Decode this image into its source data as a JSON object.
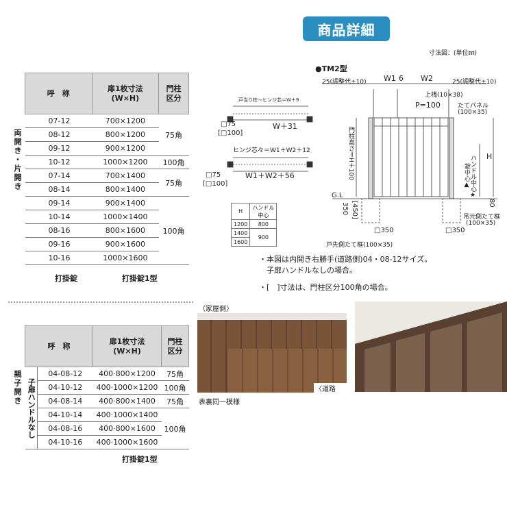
{
  "header": {
    "badge": "商品詳細",
    "unit_note": "寸法図：(単位㎜)"
  },
  "table1": {
    "headers": [
      "呼　称",
      "扉1枚寸法\n(W×H)",
      "門柱\n区分"
    ],
    "rows": [
      {
        "name": "07-12",
        "size": "700×1200"
      },
      {
        "name": "08-12",
        "size": "800×1200"
      },
      {
        "name": "09-12",
        "size": "900×1200"
      },
      {
        "name": "10-12",
        "size": "1000×1200"
      },
      {
        "name": "07-14",
        "size": "700×1400"
      },
      {
        "name": "08-14",
        "size": "800×1400"
      },
      {
        "name": "09-14",
        "size": "900×1400"
      },
      {
        "name": "10-14",
        "size": "1000×1400"
      },
      {
        "name": "08-16",
        "size": "800×1600"
      },
      {
        "name": "09-16",
        "size": "900×1600"
      },
      {
        "name": "10-16",
        "size": "1000×1600"
      }
    ],
    "post_groups": [
      "75角",
      "100角",
      "75角",
      "100角"
    ],
    "side_label": "両開き・片開き",
    "under_left": "打掛錠",
    "under_right": "打掛錠1型"
  },
  "table2": {
    "headers": [
      "呼　称",
      "扉1枚寸法\n(W×H)",
      "門柱\n区分"
    ],
    "rows": [
      {
        "name": "04-08-12",
        "size": "400·800×1200"
      },
      {
        "name": "04-10-12",
        "size": "400·1000×1200"
      },
      {
        "name": "04-08-14",
        "size": "400·800×1400"
      },
      {
        "name": "04-10-14",
        "size": "400·1000×1400"
      },
      {
        "name": "04-08-16",
        "size": "400·800×1600"
      },
      {
        "name": "04-10-16",
        "size": "400·1000×1600"
      }
    ],
    "post_groups": [
      "75角",
      "100角",
      "75角",
      "100角"
    ],
    "side_label": "親子開き",
    "group_label": "子扉ハンドルなし",
    "under": "打掛錠1型"
  },
  "diagram": {
    "model": "●TM2型",
    "labels": {
      "adj_left": "25(調整代±10)",
      "w1": "W1",
      "six": "6",
      "w2": "W2",
      "adj_right": "25(調整代±10)",
      "top_rail": "上桟(10×38)",
      "p100": "P=100",
      "panel": "たてパネル",
      "panel_size": "(100×35)",
      "h": "H",
      "post_height": "門柱高さ＝H＋100",
      "handle_center": "ハンドル中心★",
      "lock_center": "錠中心▲",
      "gl": "G.L",
      "d350": "350",
      "d450": "[450]",
      "d80": "80",
      "sq350_left": "□350",
      "sq350_right": "□350",
      "hinge_frame": "吊元側たて框",
      "hinge_frame_size": "(100×35)",
      "door_frame": "戸先側たて框(100×35)",
      "top_plan_1": "戸当り柱〜ヒンジ芯＝W＋9",
      "sq75_a": "□75",
      "sq100_a": "[□100]",
      "w31": "W＋31",
      "top_plan_2": "ヒンジ芯々＝W1＋W2＋12",
      "sq75_b": "□75",
      "sq100_b": "[□100]",
      "w56": "W1＋W2＋56"
    },
    "handle_table": {
      "headers": [
        "H",
        "ハンドル\n中心"
      ],
      "rows": [
        [
          "1200",
          "800"
        ],
        [
          "1400",
          "900"
        ],
        [
          "1600",
          ""
        ]
      ]
    }
  },
  "notes": [
    "・本図は内開き右勝手(道路側)04・08-12サイズ。",
    "　子扉ハンドルなしの場合。",
    "・[　]寸法は、門柱区分100角の場合。"
  ],
  "photos": {
    "house_side": "〈家屋側〉",
    "road_side": "〈道路側〉",
    "caption": "表裏同一模様"
  }
}
